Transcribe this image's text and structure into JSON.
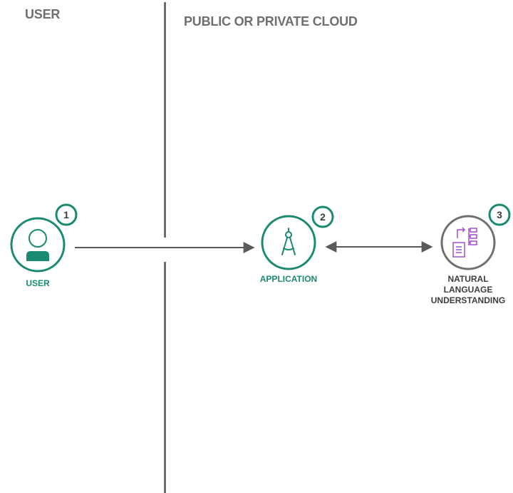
{
  "zones": {
    "user": "USER",
    "cloud": "PUBLIC OR PRIVATE CLOUD"
  },
  "nodes": [
    {
      "id": "user",
      "step": "1",
      "label": "USER",
      "color": "#1a8a72",
      "icon": "user-icon"
    },
    {
      "id": "application",
      "step": "2",
      "label": "APPLICATION",
      "color": "#1a8a72",
      "icon": "compass-drafting-icon"
    },
    {
      "id": "nlu",
      "step": "3",
      "label_lines": [
        "NATURAL",
        "LANGUAGE",
        "UNDERSTANDING"
      ],
      "color": "#6f6f6f",
      "icon_color": "#a24ccf",
      "icon": "document-flow-icon"
    }
  ],
  "connections": [
    {
      "from": "user",
      "to": "application",
      "direction": "one-way"
    },
    {
      "from": "application",
      "to": "nlu",
      "direction": "two-way"
    }
  ]
}
